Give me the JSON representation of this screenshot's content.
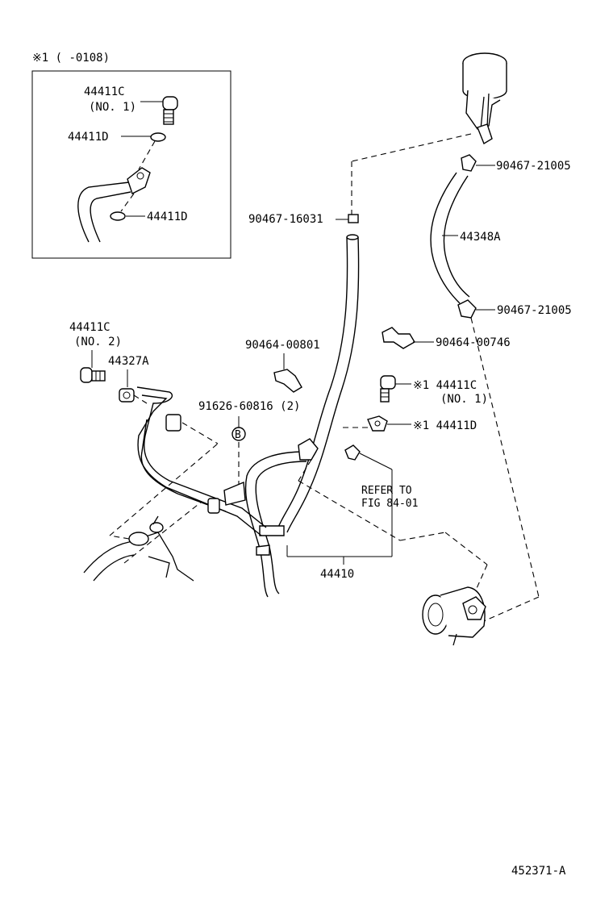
{
  "inset": {
    "note": "※1 (       -0108)",
    "labels": {
      "bolt": "44411C",
      "bolt_no": "(NO. 1)",
      "gasket_upper": "44411D",
      "gasket_lower": "44411D"
    }
  },
  "labels": {
    "clip_upper_right": "90467-21005",
    "clip_left_hose": "90467-16031",
    "hose_return": "44348A",
    "clip_lower_right": "90467-21005",
    "clamp_right": "90464-00746",
    "bolt_right": "※1 44411C",
    "bolt_right_no": "(NO. 1)",
    "gasket_right": "※1 44411D",
    "bolt_left": "44411C",
    "bolt_left_no": "(NO. 2)",
    "gasket_left": "44327A",
    "clamp_center": "90464-00801",
    "bolt_bracket": "91626-60816 (2)",
    "ref_b": "B",
    "refer_line1": "REFER TO",
    "refer_line2": "FIG 84-01",
    "pressure_hose": "44410"
  },
  "figure_id": "452371-A"
}
